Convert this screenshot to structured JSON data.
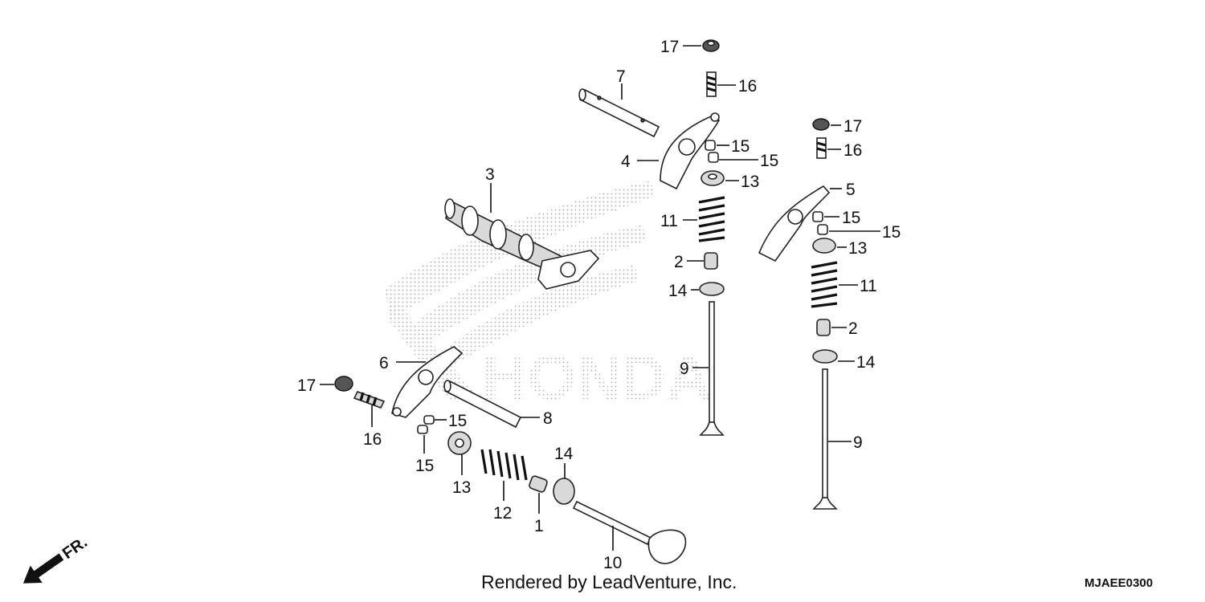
{
  "diagram": {
    "callouts": {
      "c17a": "17",
      "c16a": "16",
      "c7": "7",
      "c15a": "15",
      "c15b": "15",
      "c4": "4",
      "c13a": "13",
      "c3": "3",
      "c11a": "11",
      "c2a": "2",
      "c14a": "14",
      "c9a": "9",
      "c17b": "17",
      "c16b": "16",
      "c5": "5",
      "c15c": "15",
      "c15d": "15",
      "c13b": "13",
      "c11b": "11",
      "c2b": "2",
      "c14b": "14",
      "c9b": "9",
      "c6": "6",
      "c17c": "17",
      "c16c": "16",
      "c15e": "15",
      "c15f": "15",
      "c8": "8",
      "c13c": "13",
      "c12": "12",
      "c1": "1",
      "c14c": "14",
      "c10": "10"
    },
    "watermark": "HONDA",
    "direction_label": "FR.",
    "footer": "Rendered by LeadVenture, Inc.",
    "diagram_code": "MJAEE0300"
  }
}
